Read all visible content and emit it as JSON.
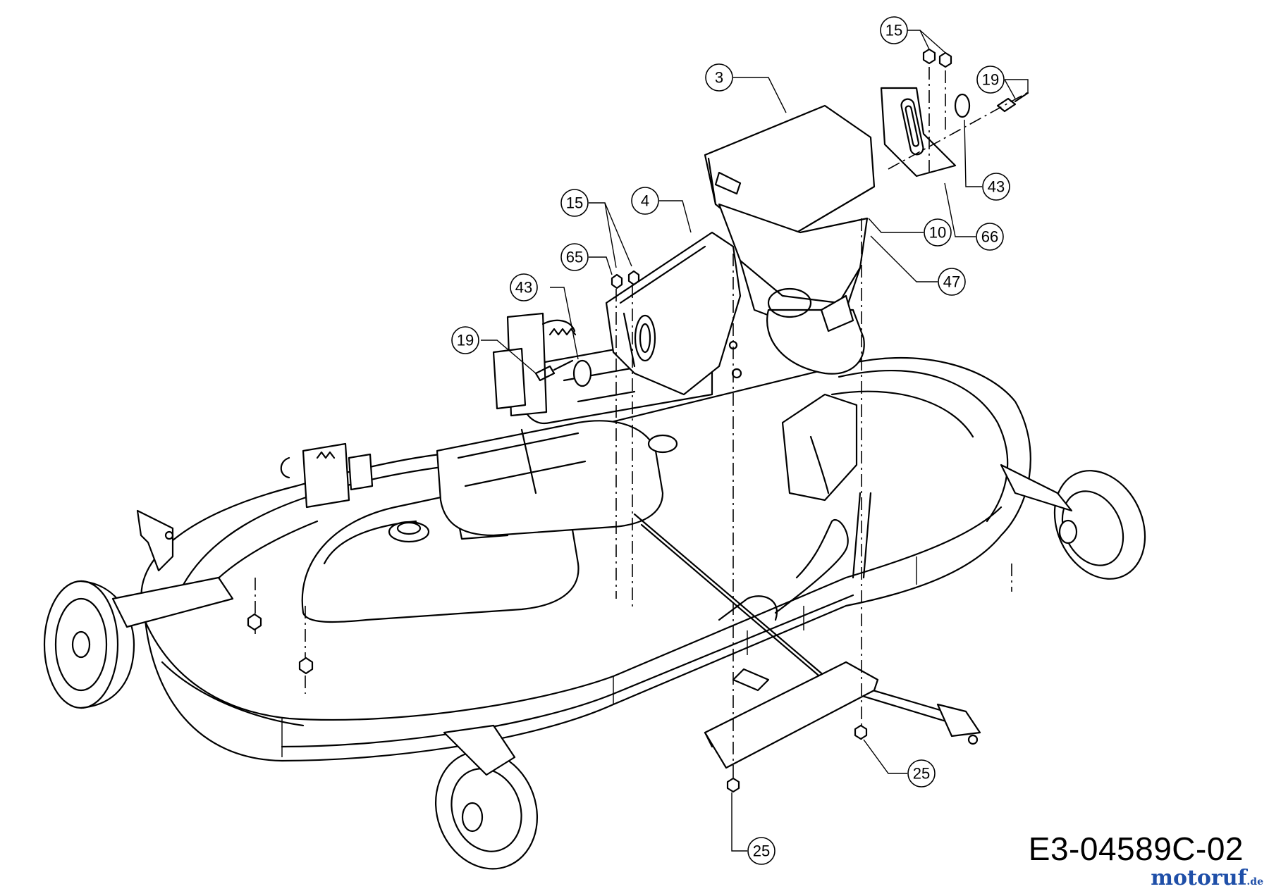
{
  "diagram": {
    "drawing_code": "E3-04589C-02",
    "watermark": {
      "name": "motoruf",
      "suffix": ".de"
    },
    "callouts": [
      {
        "id": "c-15-top",
        "label": "15"
      },
      {
        "id": "c-19-top",
        "label": "19"
      },
      {
        "id": "c-3",
        "label": "3"
      },
      {
        "id": "c-43-right",
        "label": "43"
      },
      {
        "id": "c-10",
        "label": "10"
      },
      {
        "id": "c-66",
        "label": "66"
      },
      {
        "id": "c-47",
        "label": "47"
      },
      {
        "id": "c-15-mid",
        "label": "15"
      },
      {
        "id": "c-4",
        "label": "4"
      },
      {
        "id": "c-65",
        "label": "65"
      },
      {
        "id": "c-43-left",
        "label": "43"
      },
      {
        "id": "c-19-left",
        "label": "19"
      },
      {
        "id": "c-25-right",
        "label": "25"
      },
      {
        "id": "c-25-bottom",
        "label": "25"
      }
    ]
  }
}
